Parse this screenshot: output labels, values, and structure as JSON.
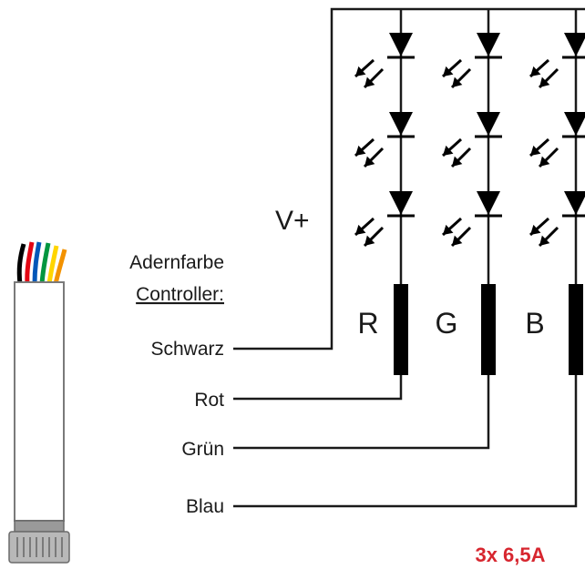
{
  "header": {
    "title_line1": "Adernfarbe",
    "title_line2": "Controller:"
  },
  "supply": {
    "label": "V+"
  },
  "wires": [
    {
      "name": "Schwarz",
      "color": "#000000"
    },
    {
      "name": "Rot",
      "color": "#e30613"
    },
    {
      "name": "Grün",
      "color": "#009640"
    },
    {
      "name": "Blau",
      "color": "#0057b8"
    }
  ],
  "channels": [
    {
      "letter": "R"
    },
    {
      "letter": "G"
    },
    {
      "letter": "B"
    }
  ],
  "cable_extra_colors": [
    "#ffd500",
    "#f39200",
    "#ffffff"
  ],
  "rating": {
    "text": "3x 6,5A",
    "color": "#d7262f"
  }
}
